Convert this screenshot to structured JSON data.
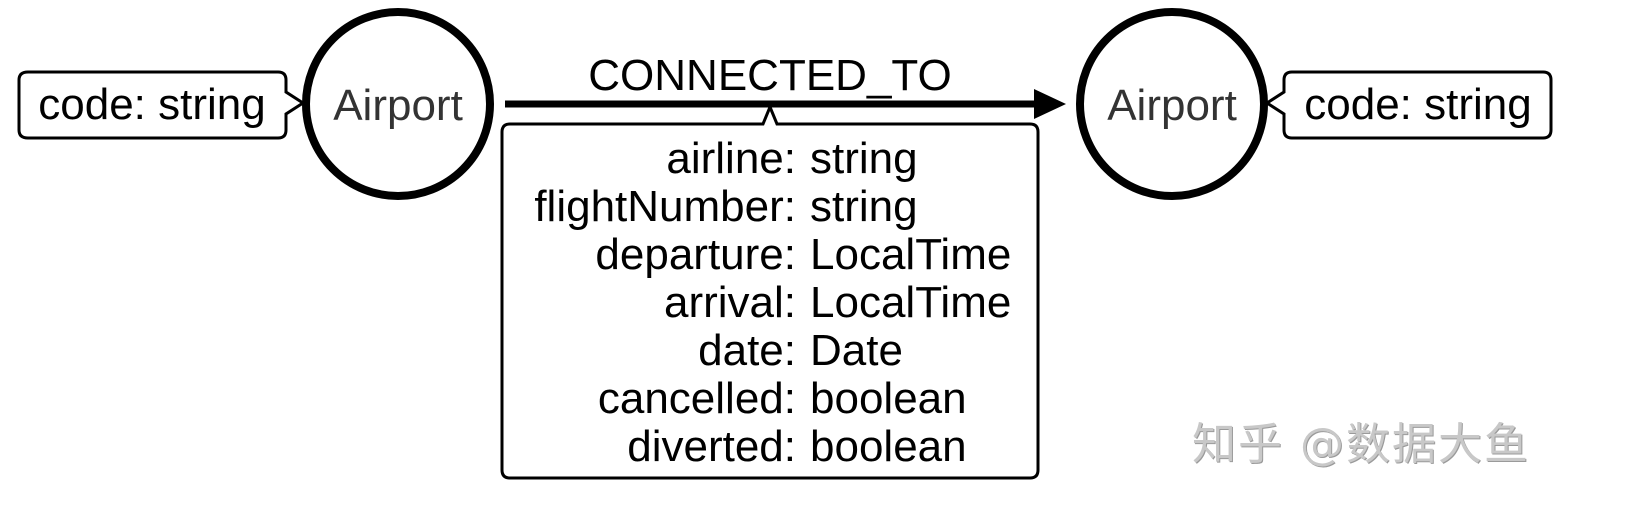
{
  "diagram": {
    "source_node": {
      "label": "Airport",
      "property": "code: string"
    },
    "relationship": {
      "type": "CONNECTED_TO",
      "direction": "left-to-right",
      "properties": [
        {
          "name": "airline",
          "sep": ": ",
          "type": "string"
        },
        {
          "name": "flightNumber",
          "sep": ": ",
          "type": "string"
        },
        {
          "name": "departure",
          "sep": ": ",
          "type": "LocalTime"
        },
        {
          "name": "arrival",
          "sep": ": ",
          "type": "LocalTime"
        },
        {
          "name": "date",
          "sep": ": ",
          "type": "Date"
        },
        {
          "name": "cancelled",
          "sep": ": ",
          "type": "boolean"
        },
        {
          "name": "diverted",
          "sep": ": ",
          "type": "boolean"
        }
      ]
    },
    "target_node": {
      "label": "Airport",
      "property": "code: string"
    }
  },
  "watermark": "知乎 @数据大鱼",
  "colors": {
    "stroke": "#000000",
    "node_text": "#333333",
    "watermark": "#c8c8c8"
  }
}
